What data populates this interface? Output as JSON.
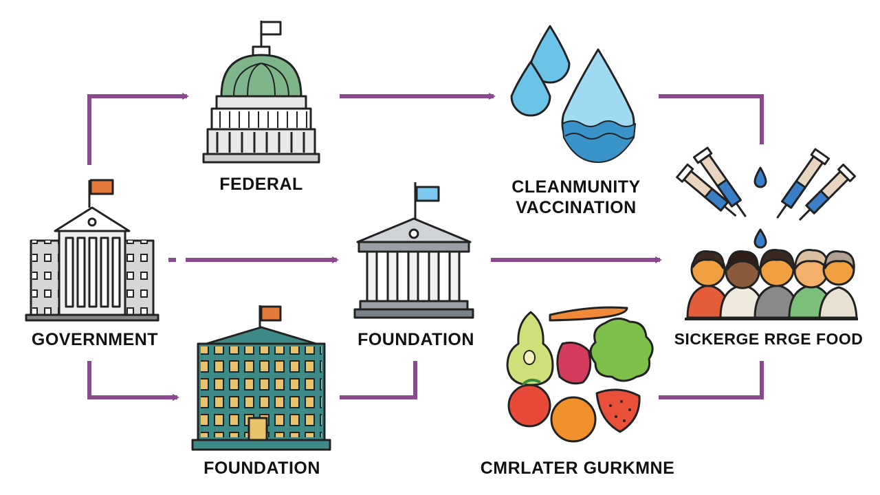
{
  "labels": {
    "government": "GOVERNMENT",
    "federal": "FEDERAL",
    "foundation_center": "FOUNDATION",
    "foundation_bottom": "FOUNDATION",
    "vaccination_line1": "CLEANMUNITY",
    "vaccination_line2": "VACCINATION",
    "community_food": "SICKERGE RRGE FOOD",
    "produce": "CMRLATER GURKMNE"
  },
  "colors": {
    "arrow": "#8b4a8f",
    "outline": "#222222",
    "dome": "#7fb58a",
    "water": "#6cc3e8",
    "building_teal": "#3e8a86",
    "flag_orange": "#e57a3a",
    "flag_blue": "#7cc8ee"
  },
  "icons": [
    "government-building-icon",
    "capitol-dome-icon",
    "foundation-temple-icon",
    "foundation-office-building-icon",
    "water-drops-icon",
    "vaccine-syringes-icon",
    "community-people-icon",
    "produce-icon"
  ]
}
